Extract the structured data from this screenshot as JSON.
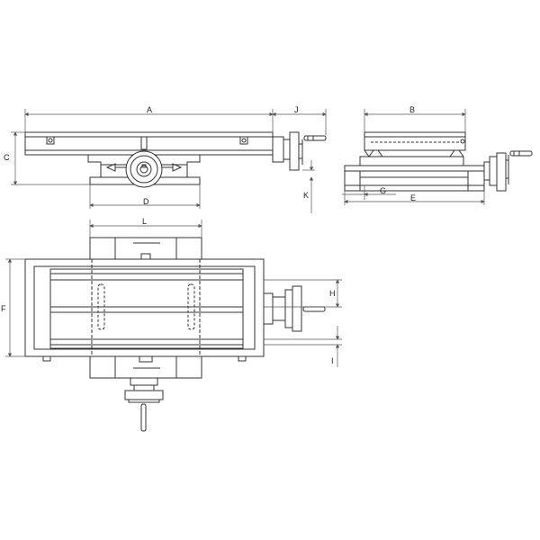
{
  "drawing": {
    "views": [
      "side-view",
      "end-view",
      "top-view"
    ],
    "dimensions": {
      "A": "A",
      "B": "B",
      "C": "C",
      "D": "D",
      "E": "E",
      "F": "F",
      "G": "G",
      "H": "H",
      "I": "I",
      "J": "J",
      "K": "K",
      "L": "L"
    },
    "colors": {
      "line": "#333333",
      "dim": "#555555",
      "fill": "#ffffff"
    }
  }
}
